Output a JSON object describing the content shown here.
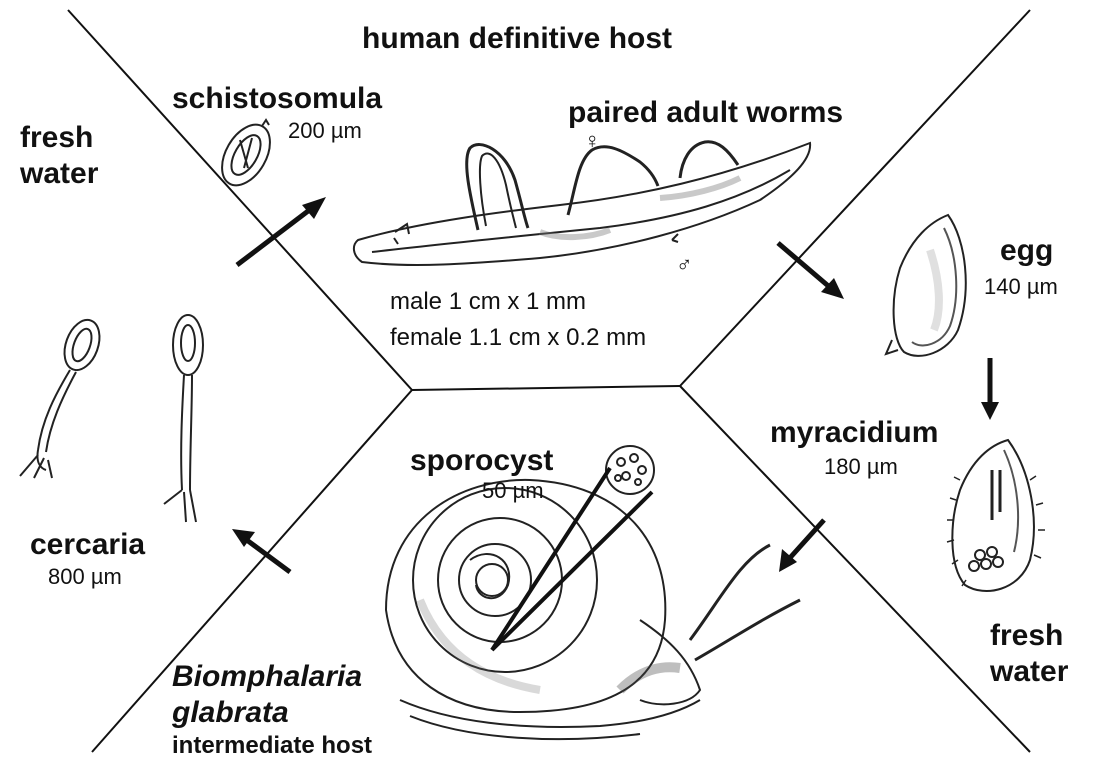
{
  "title": "human definitive host",
  "regions": {
    "water_left": "fresh water",
    "water_right": "fresh water"
  },
  "stages": {
    "schistosomula": {
      "name": "schistosomula",
      "size": "200 µm"
    },
    "adult_worms": {
      "name": "paired adult worms",
      "female_symbol": "♀",
      "male_symbol": "♂",
      "male_dims": "male 1 cm x 1 mm",
      "female_dims": "female 1.1 cm x 0.2 mm"
    },
    "egg": {
      "name": "egg",
      "size": "140 µm"
    },
    "myracidium": {
      "name": "myracidium",
      "size": "180 µm"
    },
    "sporocyst": {
      "name": "sporocyst",
      "size": "50 µm"
    },
    "cercaria": {
      "name": "cercaria",
      "size": "800 µm"
    }
  },
  "intermediate_host": {
    "genus": "Biomphalaria",
    "species": "glabrata",
    "role": "intermediate host"
  }
}
